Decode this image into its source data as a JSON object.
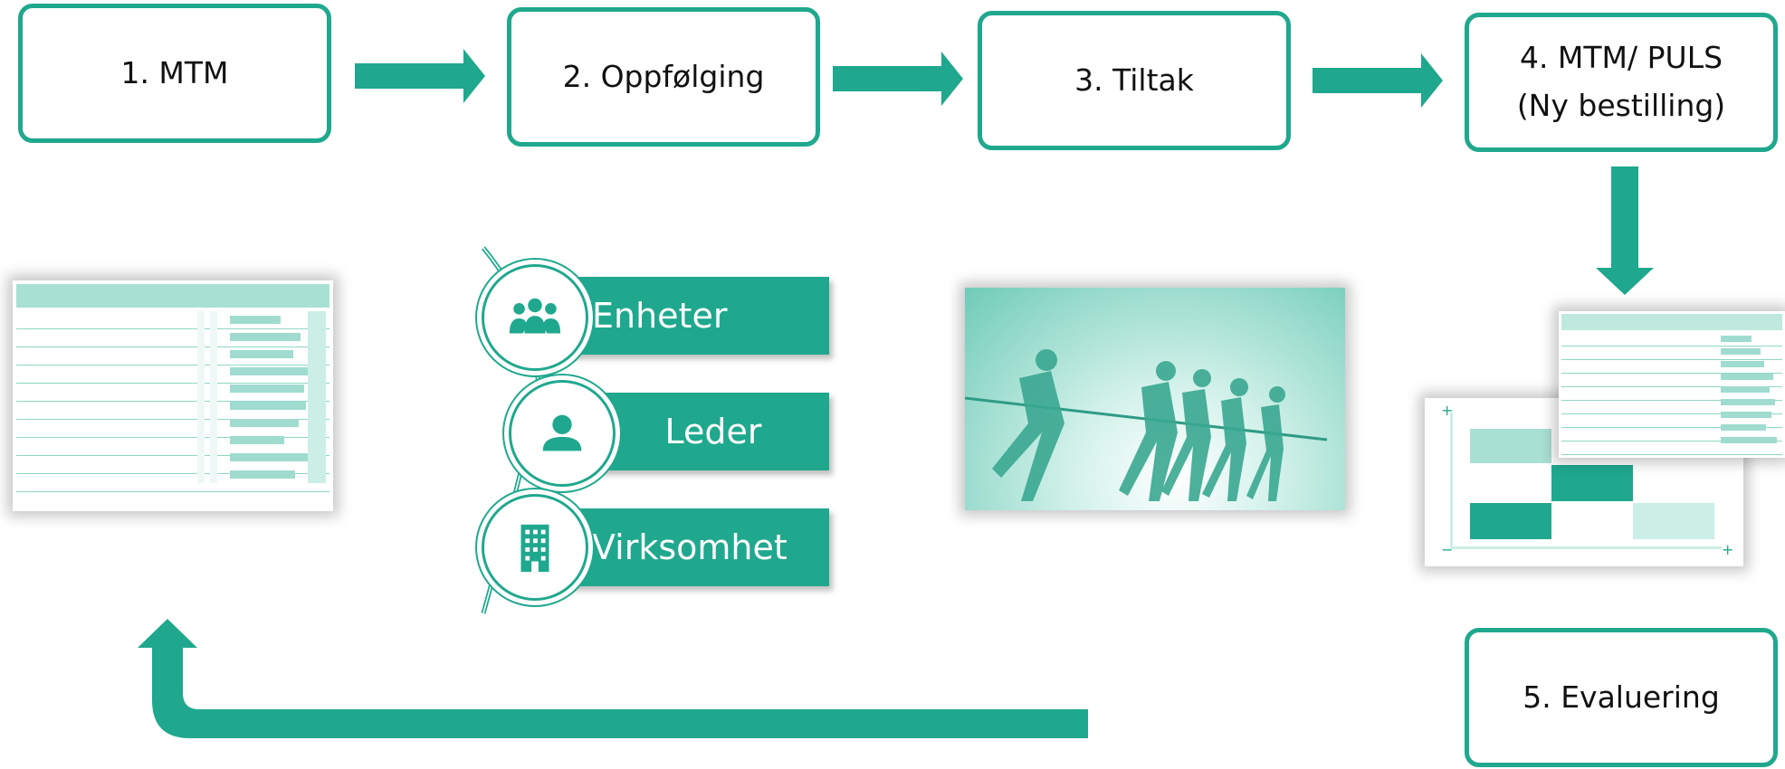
{
  "steps": {
    "s1": "1. MTM",
    "s2": "2. Oppfølging",
    "s3": "3. Tiltak",
    "s4_line1": "4. MTM/ PULS",
    "s4_line2": "(Ny bestilling)",
    "s5": "5. Evaluering"
  },
  "levels": [
    {
      "label": "Enheter",
      "icon": "group-icon"
    },
    {
      "label": "Leder",
      "icon": "person-icon"
    },
    {
      "label": "Virksomhet",
      "icon": "building-icon"
    }
  ],
  "colors": {
    "accent": "#1fa88e",
    "light": "#bfe8df"
  }
}
